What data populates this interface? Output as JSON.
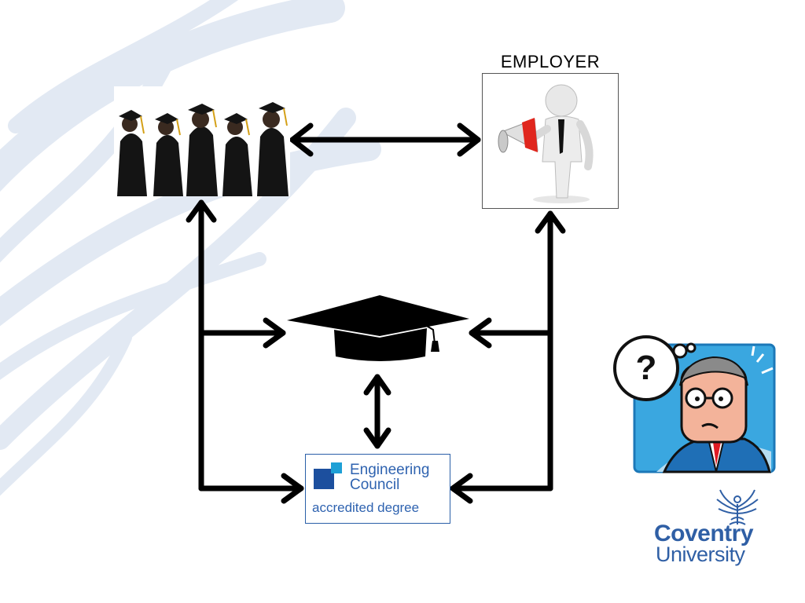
{
  "employer": {
    "label": "EMPLOYER"
  },
  "accreditation": {
    "line1": "Engineering",
    "line2": "Council",
    "line3": "accredited degree"
  },
  "university": {
    "word1": "Coventry",
    "word2": "University"
  },
  "icons": {
    "graduates": "graduates-photo",
    "employer": "employer-megaphone-figure",
    "cap": "mortarboard-icon",
    "confused": "confused-man-icon",
    "question": "question-mark-icon",
    "phoenix": "phoenix-logo-icon"
  },
  "colors": {
    "arrow": "#000000",
    "brand_blue": "#2f5fa5",
    "swirl": "#dde5f0"
  }
}
